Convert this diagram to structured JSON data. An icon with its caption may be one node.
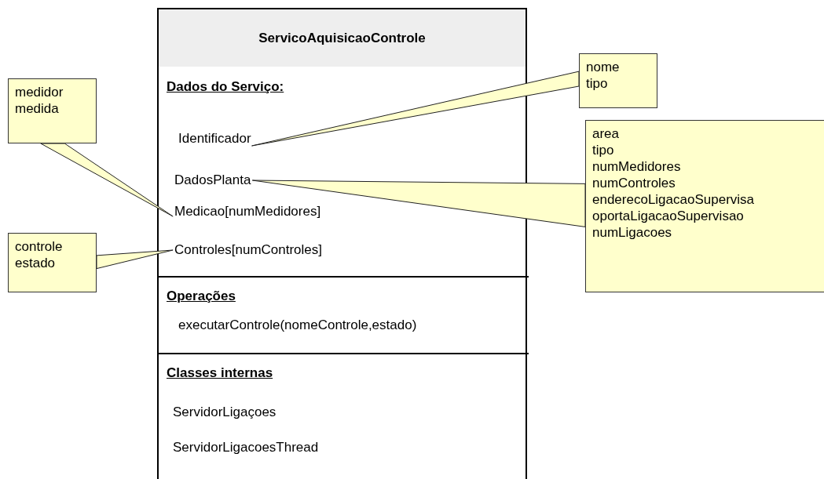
{
  "diagram": {
    "nodes": [
      {
        "text": [
          "ServicoAquisicaoControle"
        ]
      },
      {
        "text": [
          "Dados do Serviço:"
        ],
        "in": 0
      },
      {
        "text": [
          "Identificador"
        ],
        "in": 1
      },
      {
        "text": [
          "DadosPlanta"
        ],
        "in": 1
      },
      {
        "text": [
          "Medicao[numMedidores]"
        ],
        "in": 1
      },
      {
        "text": [
          "Controles[numControles]"
        ],
        "in": 1
      },
      {
        "text": [
          "Operações"
        ],
        "in": 0
      },
      {
        "text": [
          "executarControle(nomeControle,estado)"
        ],
        "in": 6
      },
      {
        "text": [
          "Classes internas"
        ],
        "in": 0
      },
      {
        "text": [
          "ServidorLigaçoes"
        ],
        "in": 8
      },
      {
        "text": [
          "ServidorLigacoesThread"
        ],
        "in": 8
      },
      {
        "text": [
          "nome",
          "tipo"
        ]
      },
      {
        "text": [
          "medidor",
          "medida"
        ]
      },
      {
        "text": [
          "area",
          "tipo",
          "numMedidores",
          "numControles",
          "enderecoLigacaoSupervisa",
          "oportaLigacaoSupervisao",
          "numLigacoes"
        ]
      },
      {
        "text": [
          "controle",
          "estado"
        ]
      }
    ],
    "edges": [
      {
        "from": 11,
        "to": 2,
        "arrow": "none"
      },
      {
        "from": 13,
        "to": 3,
        "arrow": "none"
      },
      {
        "from": 12,
        "to": 4,
        "arrow": "none"
      },
      {
        "from": 14,
        "to": 5,
        "arrow": "none"
      }
    ]
  }
}
